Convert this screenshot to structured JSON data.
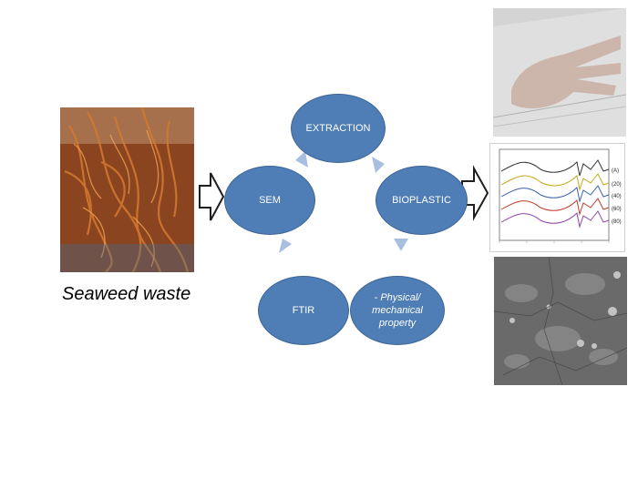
{
  "caption": "Seaweed waste",
  "nodes": {
    "extraction": "EXTRACTION",
    "sem": "SEM",
    "bioplastic": "BIOPLASTIC",
    "ftir": "FTIR",
    "physical": "- Physical/ mechanical property"
  },
  "spectra_labels": [
    "(A)",
    "(20)",
    "(40)",
    "(60)",
    "(80)"
  ],
  "colors": {
    "node_fill": "#4f7db6",
    "arrow": "#a9bfdf",
    "outline_arrow": "#1f1f1f"
  }
}
